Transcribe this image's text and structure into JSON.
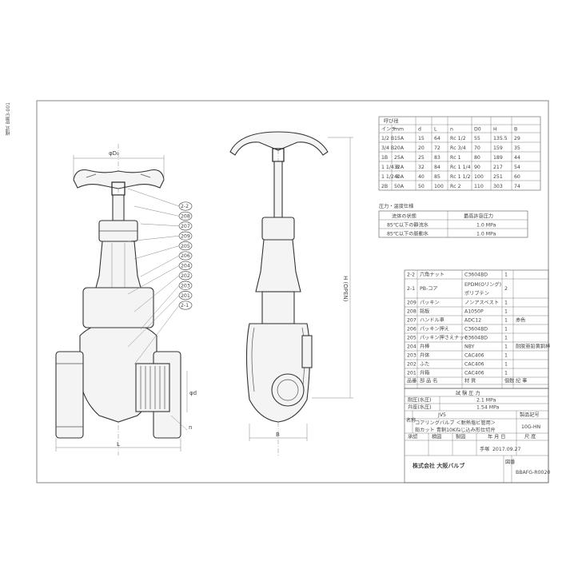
{
  "side_label": "様式 B第3-001",
  "dimension_labels": {
    "phi_d0": "φD₀",
    "h_open": "H (OPEN)",
    "phi_d": "φd",
    "l": "L",
    "b": "B",
    "n": "n"
  },
  "callouts": [
    "2-2",
    "208",
    "207",
    "209",
    "205",
    "206",
    "204",
    "202",
    "203",
    "201",
    "2-1"
  ],
  "size_table": {
    "group_header": "呼び径",
    "headers": [
      "インチ",
      "mm",
      "d",
      "L",
      "n",
      "D0",
      "H",
      "B"
    ],
    "rows": [
      [
        "1/2 B",
        "15A",
        "15",
        "64",
        "Rc 1/2",
        "55",
        "135.5",
        "29"
      ],
      [
        "3/4 B",
        "20A",
        "20",
        "72",
        "Rc 3/4",
        "70",
        "159",
        "35"
      ],
      [
        "1B",
        "25A",
        "25",
        "83",
        "Rc 1",
        "80",
        "189",
        "44"
      ],
      [
        "1 1/4 B",
        "32A",
        "32",
        "84",
        "Rc 1 1/4",
        "90",
        "217",
        "54"
      ],
      [
        "1 1/2 B",
        "40A",
        "40",
        "85",
        "Rc 1 1/2",
        "100",
        "251",
        "60"
      ],
      [
        "2B",
        "50A",
        "50",
        "100",
        "Rc 2",
        "110",
        "303",
        "74"
      ]
    ]
  },
  "pressure": {
    "title": "圧力・温度仕様",
    "headers": [
      "流体の状態",
      "最高許容圧力"
    ],
    "rows": [
      [
        "85℃以下の静流水",
        "1.0 MPa"
      ],
      [
        "85℃以下の脈動水",
        "1.0 MPa"
      ]
    ]
  },
  "parts": [
    [
      "2-2",
      "六角ナット",
      "C3604BD",
      "1",
      ""
    ],
    [
      "2-1",
      "PB-コア",
      "EPDM(Oリング) / ポリブテン",
      "2",
      ""
    ],
    [
      "209",
      "パッキン",
      "ノンアスベスト",
      "1",
      ""
    ],
    [
      "208",
      "銘板",
      "A1050P",
      "1",
      ""
    ],
    [
      "207",
      "ハンドル車",
      "ADC12",
      "1",
      "赤色"
    ],
    [
      "206",
      "パッキン押え",
      "C3604BD",
      "1",
      ""
    ],
    [
      "205",
      "パッキン押さえナット",
      "C3604BD",
      "1",
      ""
    ],
    [
      "204",
      "弁棒",
      "NBY",
      "1",
      "耐脱亜鉛黄銅棒"
    ],
    [
      "203",
      "弁体",
      "CAC406",
      "1",
      ""
    ],
    [
      "202",
      "ふた",
      "CAC406",
      "1",
      ""
    ],
    [
      "201",
      "弁箱",
      "CAC406",
      "1",
      ""
    ]
  ],
  "parts_header": [
    "品番",
    "部 品 名",
    "材 質",
    "個数",
    "記 事"
  ],
  "test": {
    "title": "試 験 圧 力",
    "rows": [
      [
        "耐圧(水圧)",
        "2.1 MPa"
      ],
      [
        "弁座(水圧)",
        "1.54 MPa"
      ]
    ]
  },
  "title_block": {
    "standard": "JV5",
    "name_label": "名称",
    "product_code_label": "製品記号",
    "name_line1": "コアリングバルブ ＜耐熱塩ビ管用＞",
    "name_line2": "鉛カット 青銅10Kねじ込み形仕切弁",
    "product_code": "10G-HN",
    "row_labels": [
      "承認",
      "検図",
      "製図",
      "年 月 日",
      "尺 度"
    ],
    "drafter": "手塚",
    "date": "2017.09.27",
    "company": "株式会社 大阪バルブ",
    "drawing_no_label": "図番",
    "drawing_no": "BBAFG-R0020"
  }
}
